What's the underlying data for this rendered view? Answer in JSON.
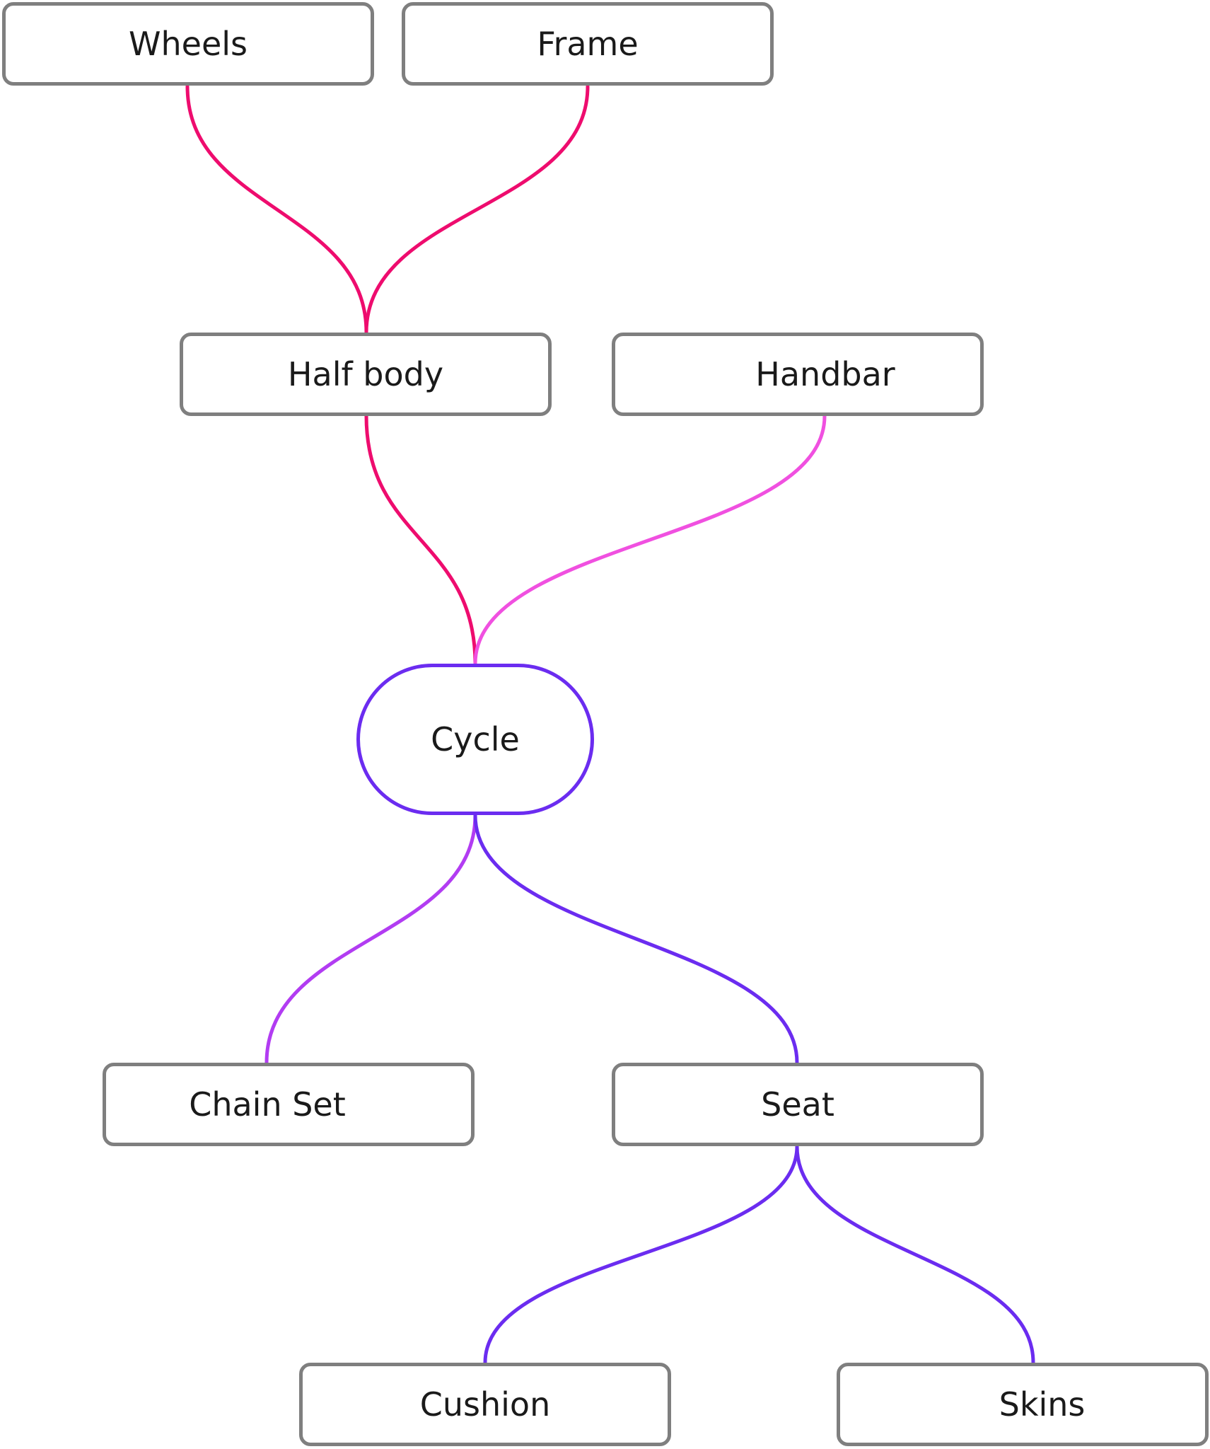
{
  "nodes": {
    "wheels": "Wheels",
    "frame": "Frame",
    "half_body": "Half body",
    "handbar": "Handbar",
    "cycle": "Cycle",
    "chain_set": "Chain Set",
    "seat": "Seat",
    "cushion": "Cushion",
    "skins": "Skins"
  },
  "edges": [
    {
      "from": "wheels",
      "to": "half_body",
      "color": "#ee0c6e"
    },
    {
      "from": "frame",
      "to": "half_body",
      "color": "#ee0c6e"
    },
    {
      "from": "half_body",
      "to": "cycle",
      "color": "#ee0c6e"
    },
    {
      "from": "handbar",
      "to": "cycle",
      "color": "#f050e0"
    },
    {
      "from": "cycle",
      "to": "chain_set",
      "color": "#b23cf2"
    },
    {
      "from": "cycle",
      "to": "seat",
      "color": "#6b2cf0"
    },
    {
      "from": "seat",
      "to": "cushion",
      "color": "#6b2cf0"
    },
    {
      "from": "seat",
      "to": "skins",
      "color": "#6b2cf0"
    }
  ],
  "colors": {
    "node_border": "#7f7f7f",
    "center_border": "#6b2cf0",
    "text": "#1a1a1a"
  }
}
